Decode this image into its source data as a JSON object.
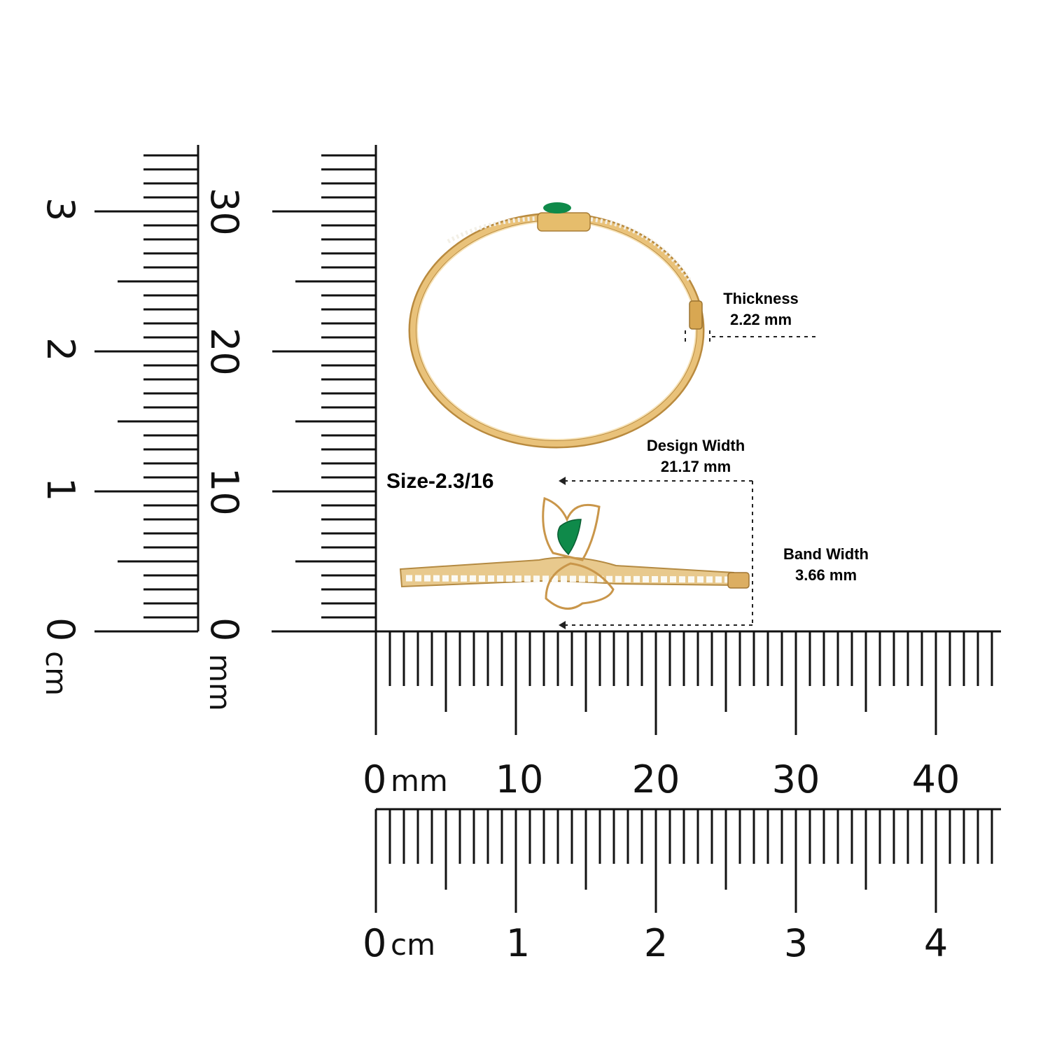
{
  "product": {
    "size_label": "Size-2.3/16",
    "main_stone_color": "#0f8a4a",
    "metal_color": "#e3b35f"
  },
  "measurements": {
    "thickness": {
      "title": "Thickness",
      "value": "2.22 mm"
    },
    "design_width": {
      "title": "Design Width",
      "value": "21.17 mm"
    },
    "band_width": {
      "title": "Band Width",
      "value": "3.66 mm"
    }
  },
  "rulers": {
    "left_cm": {
      "labels": [
        "0",
        "1",
        "2",
        "3"
      ],
      "unit": "cm"
    },
    "left_mm": {
      "labels": [
        "0",
        "10",
        "20",
        "30"
      ],
      "unit": "mm"
    },
    "bottom_mm": {
      "labels": [
        "0",
        "10",
        "20",
        "30",
        "40"
      ],
      "unit": "mm"
    },
    "bottom_cm": {
      "labels": [
        "0",
        "1",
        "2",
        "3",
        "4"
      ],
      "unit": "cm"
    }
  }
}
